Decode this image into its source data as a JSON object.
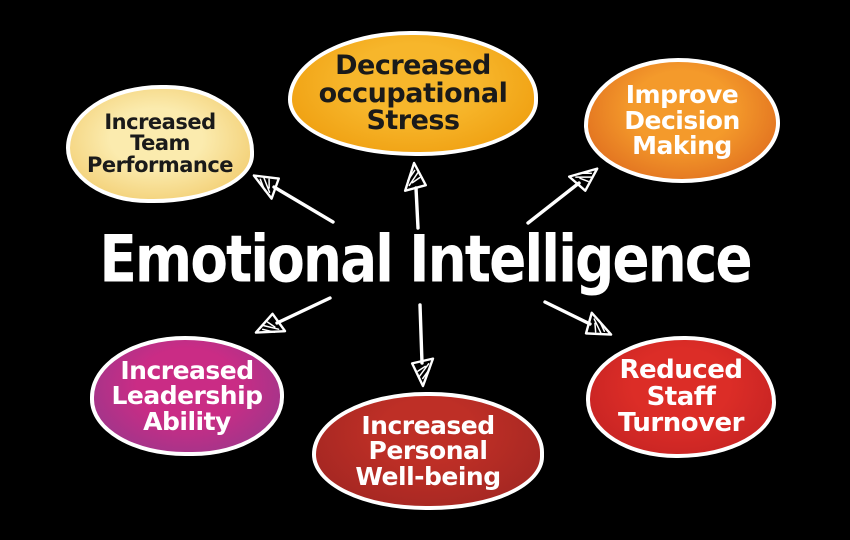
{
  "background_color": "#000000",
  "title": {
    "text": "Emotional Intelligence",
    "color": "#ffffff"
  },
  "arrow_color": "#ffffff",
  "nodes": [
    {
      "id": "increased-team-performance",
      "position": "top-left",
      "lines": [
        "Increased",
        "Team",
        "Performance"
      ],
      "colors": {
        "center": "#fbebae",
        "edge": "#efc35c",
        "text": "#1a1a1a",
        "border": "#ffffff"
      }
    },
    {
      "id": "decreased-occupational-stress",
      "position": "top-center",
      "lines": [
        "Decreased",
        "occupational",
        "Stress"
      ],
      "colors": {
        "center": "#f7b62b",
        "edge": "#ec9606",
        "text": "#1a1a1a",
        "border": "#ffffff"
      }
    },
    {
      "id": "improve-decision-making",
      "position": "top-right",
      "lines": [
        "Improve",
        "Decision",
        "Making"
      ],
      "colors": {
        "center": "#f49a2b",
        "edge": "#d95f1b",
        "text": "#ffffff",
        "border": "#ffffff"
      }
    },
    {
      "id": "increased-leadership-ability",
      "position": "bottom-left",
      "lines": [
        "Increased",
        "Leadership",
        "Ability"
      ],
      "colors": {
        "center": "#ca2c85",
        "edge": "#8d3a8d",
        "text": "#ffffff",
        "border": "#ffffff"
      }
    },
    {
      "id": "increased-personal-well-being",
      "position": "bottom-center",
      "lines": [
        "Increased",
        "Personal",
        "Well-being"
      ],
      "colors": {
        "center": "#be2f26",
        "edge": "#9b2421",
        "text": "#ffffff",
        "border": "#ffffff"
      }
    },
    {
      "id": "reduced-staff-turnover",
      "position": "bottom-right",
      "lines": [
        "Reduced",
        "Staff",
        "Turnover"
      ],
      "colors": {
        "center": "#dc2d27",
        "edge": "#be2022",
        "text": "#ffffff",
        "border": "#ffffff"
      }
    }
  ]
}
